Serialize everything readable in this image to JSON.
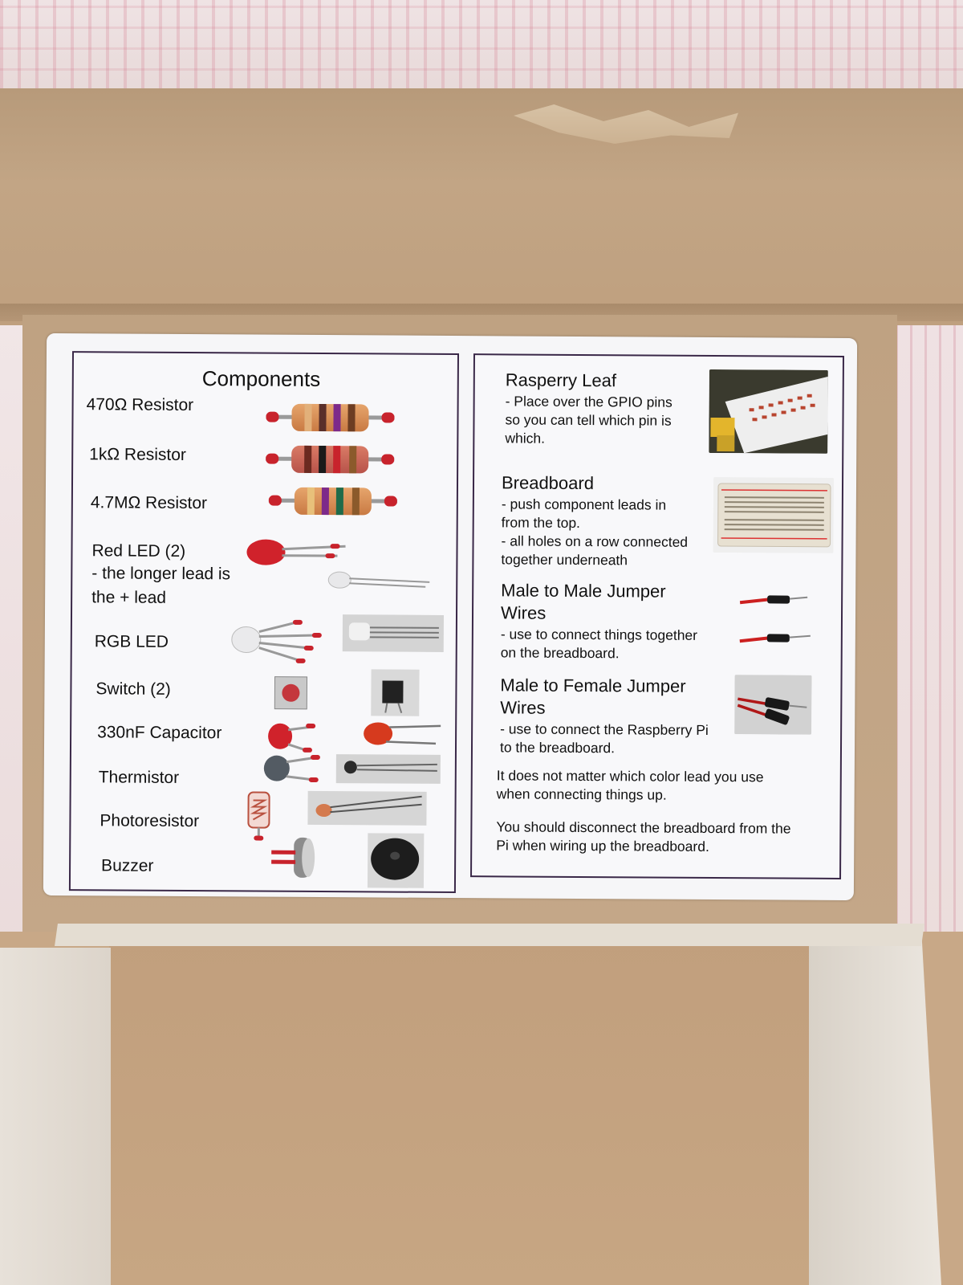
{
  "components": {
    "title": "Components",
    "items": [
      {
        "label": "470Ω Resistor"
      },
      {
        "label": "1kΩ Resistor"
      },
      {
        "label": "4.7MΩ Resistor"
      },
      {
        "label": "Red LED (2)",
        "note_line1": "- the longer lead is",
        "note_line2": "the + lead"
      },
      {
        "label": "RGB LED"
      },
      {
        "label": "Switch (2)"
      },
      {
        "label": "330nF Capacitor"
      },
      {
        "label": "Thermistor"
      },
      {
        "label": "Photoresistor"
      },
      {
        "label": "Buzzer"
      }
    ]
  },
  "info": {
    "leaf": {
      "title": "Rasperry Leaf",
      "lines": [
        "- Place over the GPIO pins",
        "so you can tell which pin is",
        "which."
      ]
    },
    "breadboard": {
      "title": "Breadboard",
      "lines": [
        "- push component leads in",
        "from the top.",
        "- all holes on a row connected",
        "together underneath"
      ]
    },
    "mm_jumper": {
      "title_line1": "Male to Male Jumper",
      "title_line2": "Wires",
      "lines": [
        "- use to connect things together",
        "on the breadboard."
      ]
    },
    "mf_jumper": {
      "title_line1": "Male to Female Jumper",
      "title_line2": "Wires",
      "lines": [
        "- use to connect the Raspberry Pi",
        "to the breadboard."
      ]
    },
    "note1": [
      "It does not matter which color lead you use",
      "when connecting things up."
    ],
    "note2": [
      "You should disconnect the breadboard from the",
      "Pi when wiring up the breadboard."
    ]
  },
  "colors": {
    "border": "#3a2848",
    "cardboard": "#c2a585",
    "led_red": "#d0222b"
  }
}
